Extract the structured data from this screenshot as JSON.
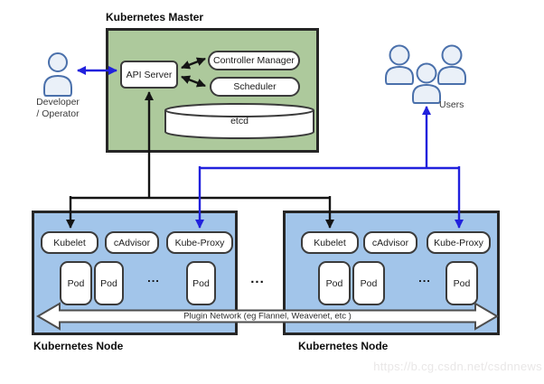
{
  "master": {
    "title": "Kubernetes Master",
    "api_server": "API Server",
    "controller_manager": "Controller Manager",
    "scheduler": "Scheduler",
    "etcd": "etcd"
  },
  "actors": {
    "developer": {
      "line1": "Developer",
      "line2": "/ Operator"
    },
    "users": {
      "label": "Users"
    }
  },
  "nodes": [
    {
      "title": "Kubernetes Node",
      "components": [
        "Kubelet",
        "cAdvisor",
        "Kube-Proxy"
      ],
      "pods": [
        "Pod",
        "Pod",
        "Pod"
      ],
      "ellipsis": "..."
    },
    {
      "title": "Kubernetes Node",
      "components": [
        "Kubelet",
        "cAdvisor",
        "Kube-Proxy"
      ],
      "pods": [
        "Pod",
        "Pod",
        "Pod"
      ],
      "ellipsis": "..."
    }
  ],
  "gap_ellipsis": "...",
  "plugin_network_label": "Plugin Network (eg Flannel, Weavenet, etc )",
  "watermark": "https://b.cg.csdn.net/csdnnews",
  "colors": {
    "master_fill": "#adc99c",
    "node_fill": "#a2c5ea",
    "box_border": "#262626",
    "blue_arrow": "#2121dd",
    "black_arrow": "#141414",
    "person_fill": "#eaf0f8",
    "person_stroke": "#4a70ab"
  }
}
